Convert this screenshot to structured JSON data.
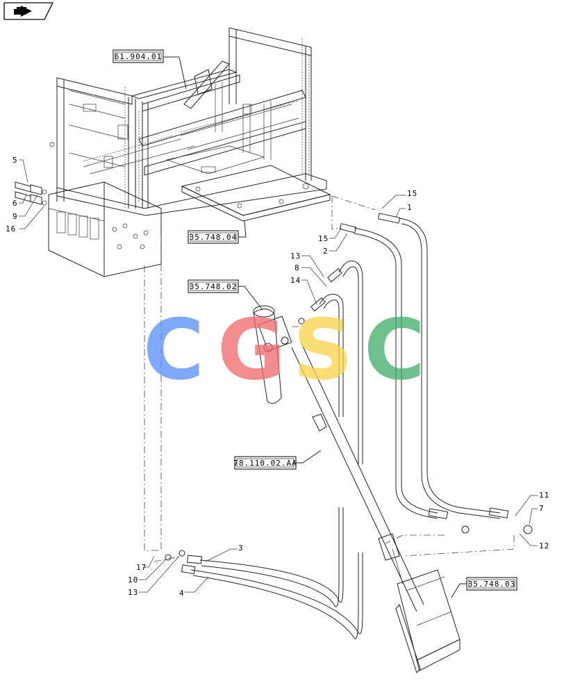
{
  "nav_button": {
    "icon": "back-arrow-icon"
  },
  "callouts": [
    {
      "id": "c1",
      "text": "61.904.01"
    },
    {
      "id": "c2",
      "text": "35.748.04"
    },
    {
      "id": "c3",
      "text": "35.748.02"
    },
    {
      "id": "c4",
      "text": "78.110.02.AA"
    },
    {
      "id": "c5",
      "text": "35.748.03"
    }
  ],
  "part_numbers": [
    "5",
    "6",
    "9",
    "16",
    "15",
    "1",
    "15",
    "2",
    "13",
    "8",
    "14",
    "11",
    "7",
    "12",
    "3",
    "17",
    "10",
    "13",
    "4"
  ],
  "watermark": {
    "letters": [
      "C",
      "G",
      "S",
      "C"
    ],
    "colors": [
      "#5b8ff9",
      "#f06b6b",
      "#f7d44c",
      "#3fae6b"
    ]
  }
}
